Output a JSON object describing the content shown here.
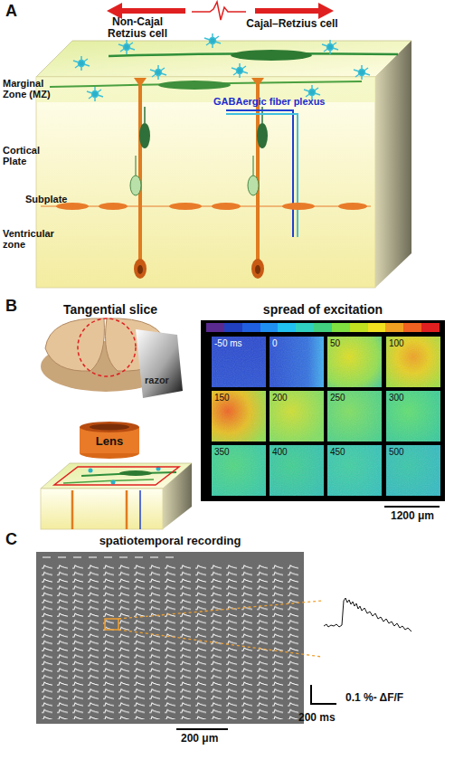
{
  "diagram": {
    "nodes": [
      {
        "text": [
          "spread of excitation"
        ]
      },
      {
        "text": [
          "-50 ms"
        ],
        "in": 0
      },
      {
        "text": [
          "0"
        ],
        "in": 0
      },
      {
        "text": [
          "50"
        ],
        "in": 0
      },
      {
        "text": [
          "100"
        ],
        "in": 0
      },
      {
        "text": [
          "150"
        ],
        "in": 0
      },
      {
        "text": [
          "200"
        ],
        "in": 0
      },
      {
        "text": [
          "250"
        ],
        "in": 0
      },
      {
        "text": [
          "300"
        ],
        "in": 0
      },
      {
        "text": [
          "350"
        ],
        "in": 0
      },
      {
        "text": [
          "400"
        ],
        "in": 0
      },
      {
        "text": [
          "450"
        ],
        "in": 0
      },
      {
        "text": [
          "500"
        ],
        "in": 0
      },
      {
        "text": [
          "Lens"
        ]
      },
      {
        "text": [
          "spatiotemporal recording"
        ]
      }
    ],
    "labels": [
      "A",
      "Non-Cajal Retzius cell",
      "Cajal–Retzius cell",
      "Marginal Zone (MZ)",
      "GABAergic fiber plexus",
      "Cortical Plate",
      "Subplate",
      "Ventricular zone",
      "B",
      "Tangential slice",
      "razor",
      "1200 μm",
      "C",
      "200 μm",
      "0.1 %- ΔF/F",
      "200 ms"
    ]
  }
}
